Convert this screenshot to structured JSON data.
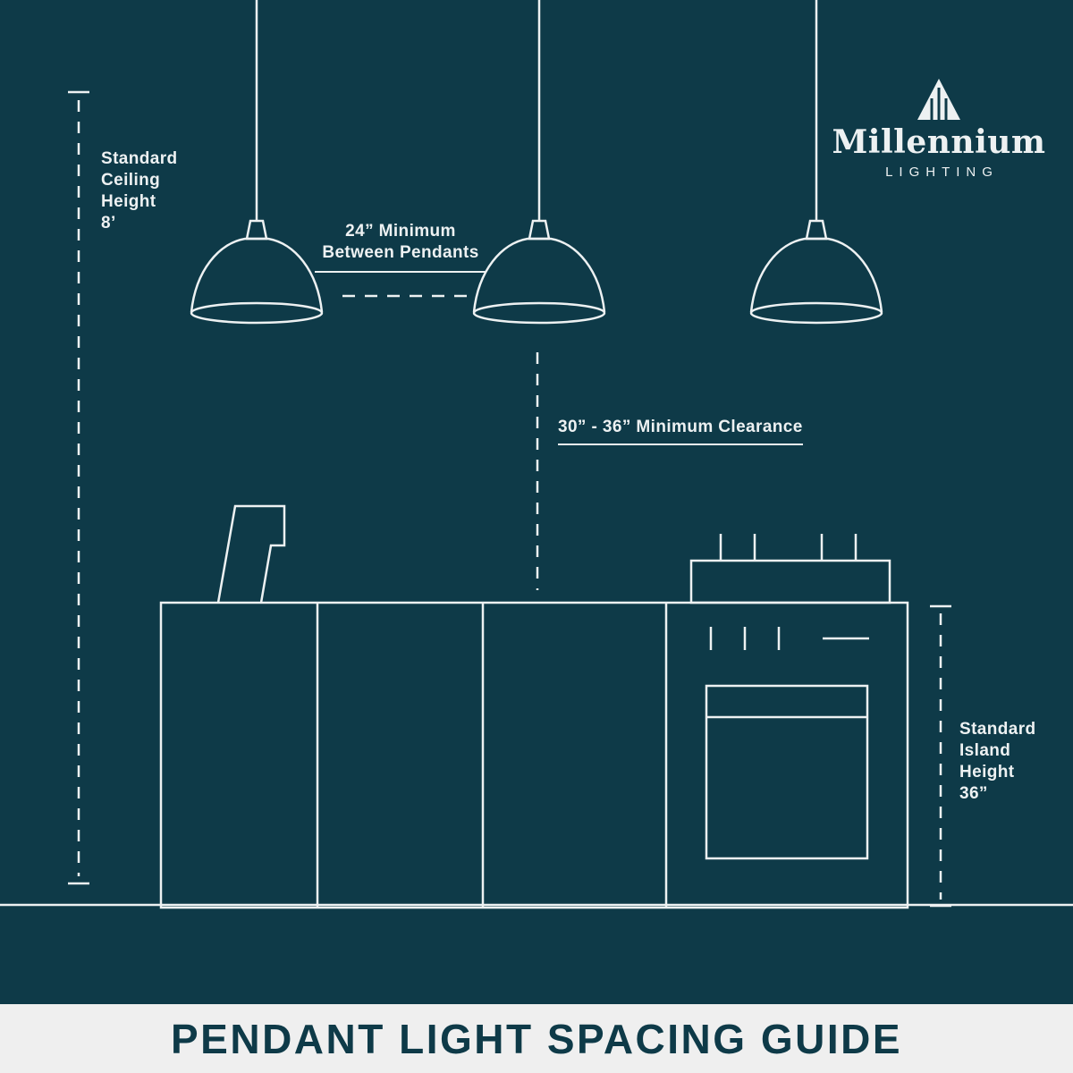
{
  "colors": {
    "background": "#0e3a48",
    "line": "#edf1f2",
    "text": "#edf1f2",
    "band_bg": "#efefef",
    "title_color": "#0e3a48"
  },
  "logo": {
    "brand": "Millennium",
    "subtitle": "LIGHTING"
  },
  "annotations": {
    "ceiling_height": {
      "lines": [
        "Standard",
        "Ceiling",
        "Height",
        "8’"
      ]
    },
    "pendant_spacing": {
      "lines": [
        "24” Minimum",
        "Between Pendants"
      ]
    },
    "clearance": {
      "label": "30” - 36” Minimum Clearance"
    },
    "island_height": {
      "lines": [
        "Standard",
        "Island",
        "Height",
        "36”"
      ]
    }
  },
  "scene": {
    "pendant_count": "3"
  },
  "footer": {
    "title": "PENDANT LIGHT SPACING GUIDE"
  }
}
